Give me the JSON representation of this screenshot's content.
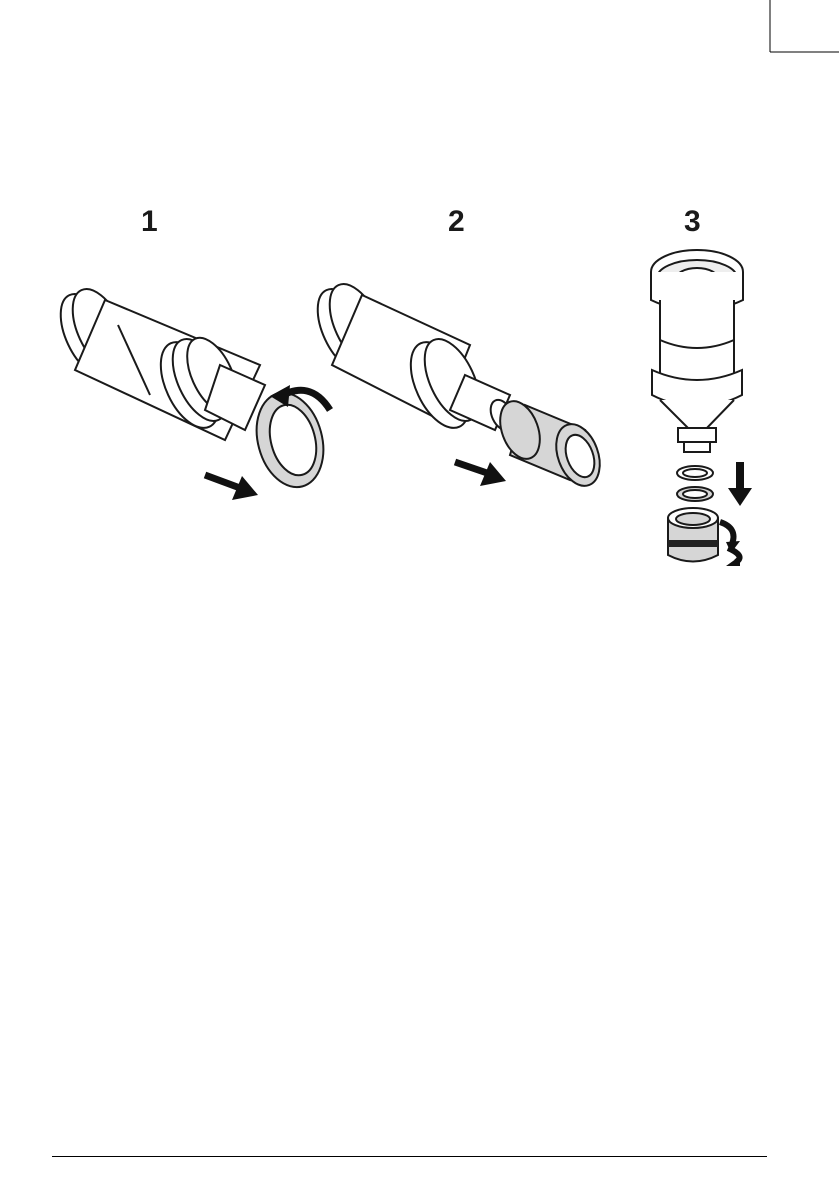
{
  "steps": [
    {
      "label": "1",
      "actions": [
        "twist-ring",
        "pull-right"
      ]
    },
    {
      "label": "2",
      "actions": [
        "pull-right"
      ]
    },
    {
      "label": "3",
      "actions": [
        "push-down",
        "twist-cap"
      ]
    }
  ],
  "colors": {
    "line": "#1a1a1a",
    "fill": "#ffffff",
    "part_shade": "#d6d6d6",
    "dark_band": "#222222",
    "arrow": "#111111"
  }
}
